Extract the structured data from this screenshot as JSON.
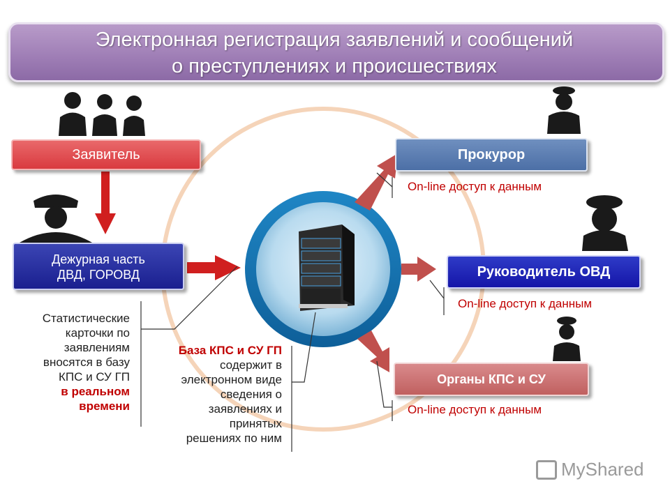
{
  "title": {
    "line1": "Электронная регистрация заявлений и сообщений",
    "line2": "о преступлениях и происшествиях"
  },
  "nodes": {
    "applicant": "Заявитель",
    "duty_line1": "Дежурная часть",
    "duty_line2": "ДВД, ГОРОВД",
    "prosecutor": "Прокурор",
    "head": "Руководитель ОВД",
    "organs": "Органы КПС и СУ"
  },
  "access_label": "On-line доступ к данным",
  "left_note": {
    "lines": [
      "Статистические",
      "карточки по",
      "заявлениям",
      "вносятся в базу",
      "КПС и СУ ГП"
    ],
    "bold_lines": [
      "в реальном",
      "времени"
    ]
  },
  "center_note": {
    "bold": "База КПС и СУ ГП",
    "lines": [
      "содержит в",
      "электронном виде",
      "сведения о",
      "заявлениях и",
      "принятых",
      "решениях по ним"
    ]
  },
  "watermark": "MyShared",
  "colors": {
    "red": "#c00000",
    "blue": "#1a1f8f",
    "purple": "#9e7db5"
  }
}
